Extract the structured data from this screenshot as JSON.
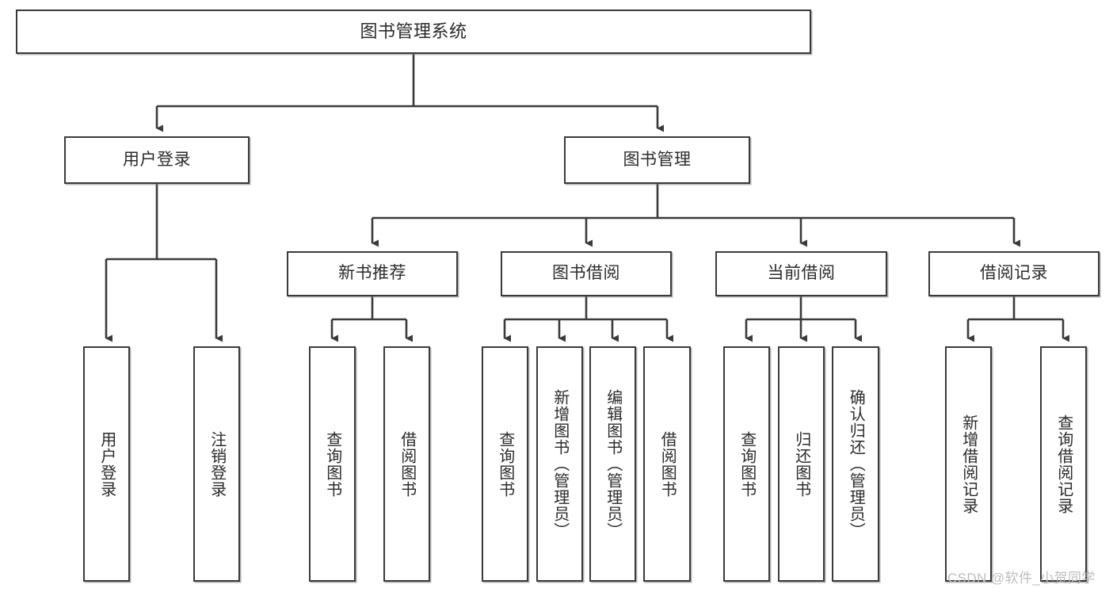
{
  "diagram": {
    "type": "tree-hierarchy-chart",
    "title": "图书管理系统",
    "orientation": "top-down",
    "box_stroke_color": "#3a3a3a",
    "box_fill_color": "#ffffff",
    "text_color": "#2b2b2b",
    "levels": {
      "root": {
        "label": "图书管理系统"
      },
      "level2": [
        {
          "id": "user-login",
          "label": "用户登录"
        },
        {
          "id": "book-manage",
          "label": "图书管理"
        }
      ],
      "level3": [
        {
          "id": "new-book-recommend",
          "label": "新书推荐",
          "parent": "book-manage"
        },
        {
          "id": "book-borrow",
          "label": "图书借阅",
          "parent": "book-manage"
        },
        {
          "id": "current-borrow",
          "label": "当前借阅",
          "parent": "book-manage"
        },
        {
          "id": "borrow-record",
          "label": "借阅记录",
          "parent": "book-manage"
        }
      ],
      "leaves": [
        {
          "id": "leaf-user-login",
          "label": "用户登录",
          "parent": "user-login"
        },
        {
          "id": "leaf-user-logout",
          "label": "注销登录",
          "parent": "user-login"
        },
        {
          "id": "leaf-query-book-1",
          "label": "查询图书",
          "parent": "new-book-recommend"
        },
        {
          "id": "leaf-borrow-book-1",
          "label": "借阅图书",
          "parent": "new-book-recommend"
        },
        {
          "id": "leaf-query-book-2",
          "label": "查询图书",
          "parent": "book-borrow"
        },
        {
          "id": "leaf-add-book",
          "label": "新增图书（管理员）",
          "parent": "book-borrow"
        },
        {
          "id": "leaf-edit-book",
          "label": "编辑图书（管理员）",
          "parent": "book-borrow"
        },
        {
          "id": "leaf-borrow-book-2",
          "label": "借阅图书",
          "parent": "book-borrow"
        },
        {
          "id": "leaf-query-book-3",
          "label": "查询图书",
          "parent": "current-borrow"
        },
        {
          "id": "leaf-return-book",
          "label": "归还图书",
          "parent": "current-borrow"
        },
        {
          "id": "leaf-confirm-return",
          "label": "确认归还（管理员）",
          "parent": "current-borrow"
        },
        {
          "id": "leaf-add-record",
          "label": "新增借阅记录",
          "parent": "borrow-record"
        },
        {
          "id": "leaf-query-record",
          "label": "查询借阅记录",
          "parent": "borrow-record"
        }
      ]
    }
  },
  "watermark": {
    "text": "CSDN @软件_小贺同学"
  }
}
